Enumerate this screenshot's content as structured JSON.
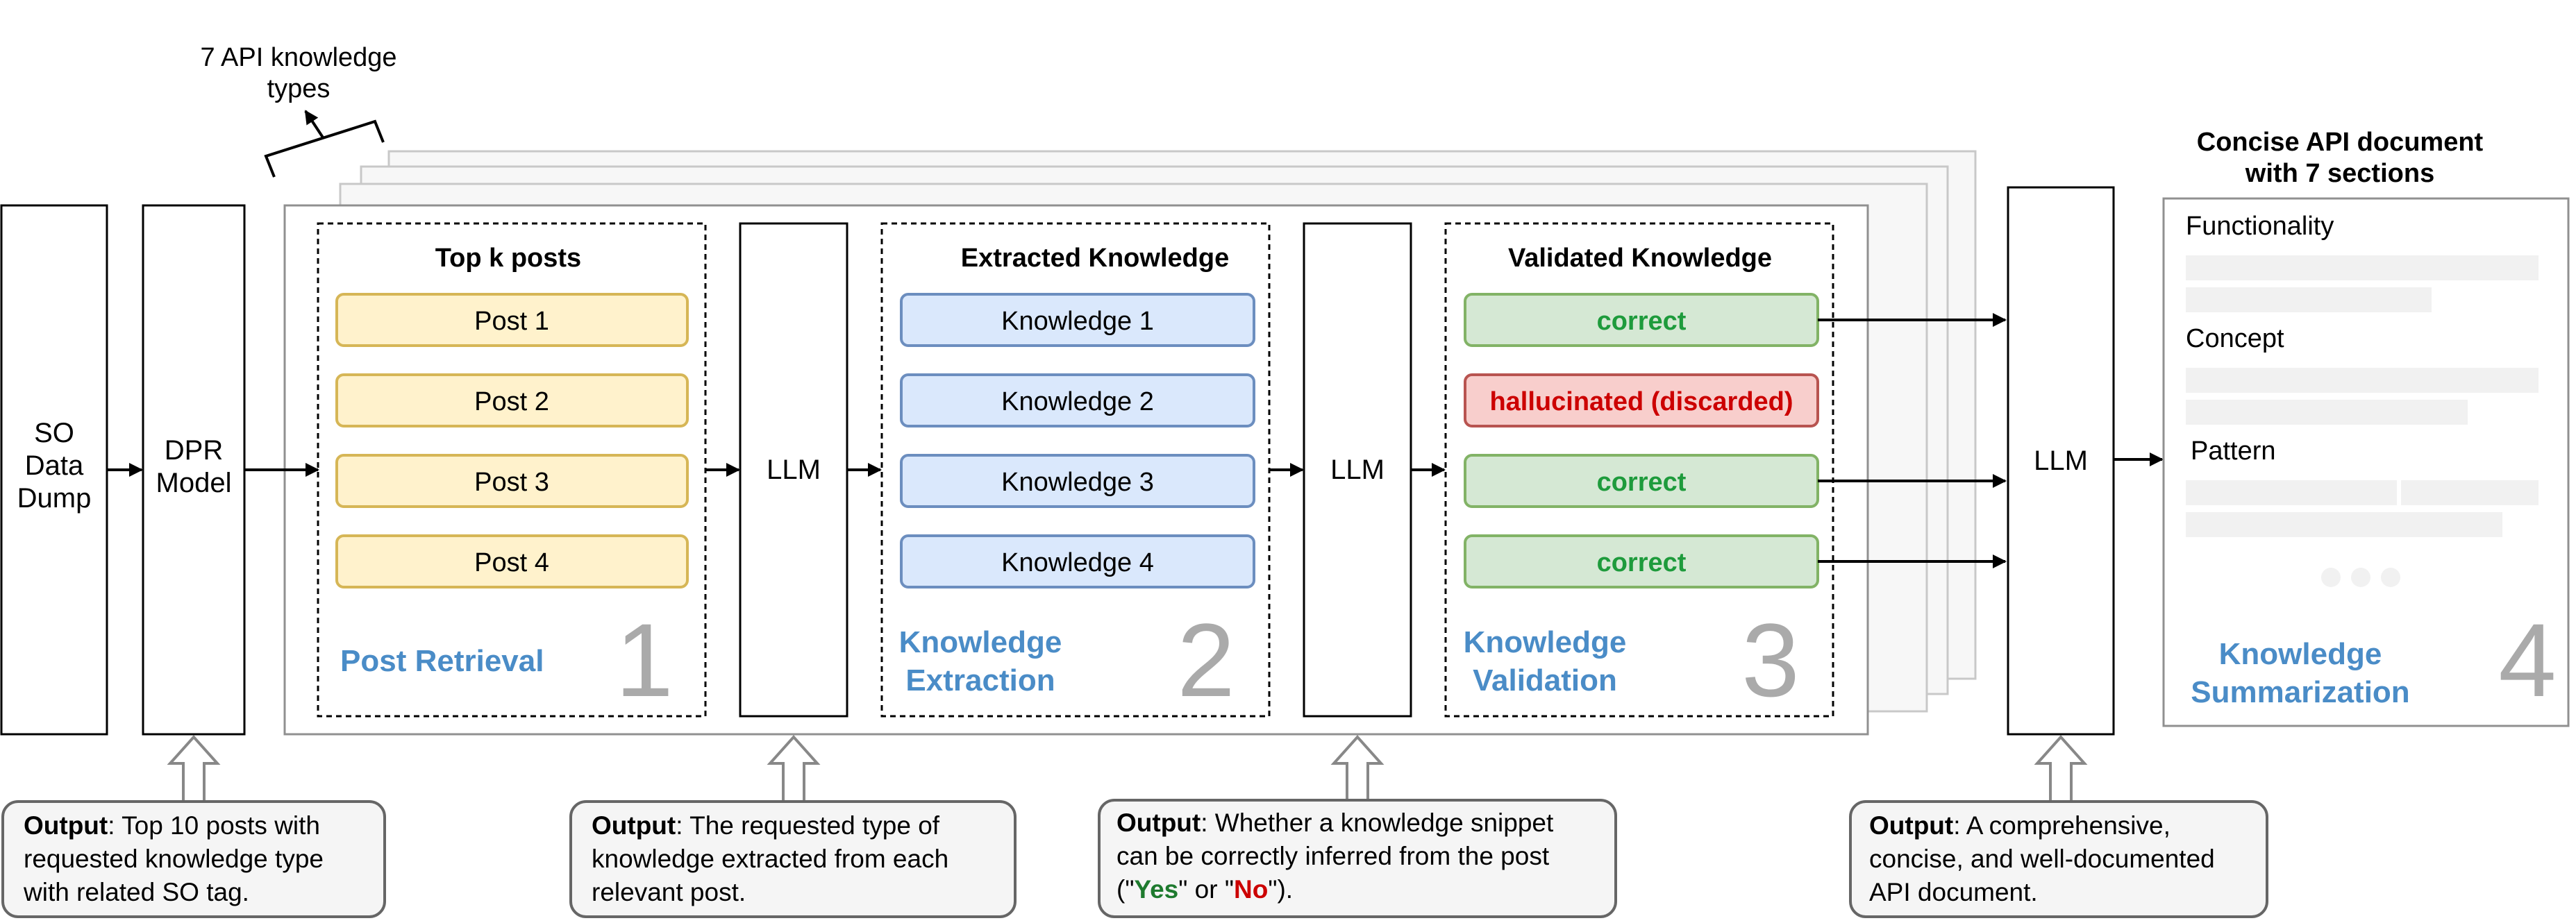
{
  "top_note": {
    "line1": "7 API knowledge",
    "line2": "types"
  },
  "left_blocks": {
    "so": [
      "SO",
      "Data",
      "Dump"
    ],
    "dpr": [
      "DPR",
      "Model"
    ]
  },
  "stage1": {
    "title": "Top k posts",
    "items": [
      "Post 1",
      "Post 2",
      "Post 3",
      "Post 4"
    ],
    "label": "Post Retrieval",
    "number": "1"
  },
  "llm_label": "LLM",
  "stage2": {
    "title": "Extracted Knowledge",
    "items": [
      "Knowledge 1",
      "Knowledge 2",
      "Knowledge 3",
      "Knowledge 4"
    ],
    "label_line1": "Knowledge",
    "label_line2": "Extraction",
    "number": "2"
  },
  "stage3": {
    "title": "Validated Knowledge",
    "items": [
      "correct",
      "hallucinated (discarded)",
      "correct",
      "correct"
    ],
    "label_line1": "Knowledge",
    "label_line2": "Validation",
    "number": "3"
  },
  "final_doc": {
    "title_line1": "Concise API document",
    "title_line2": "with 7 sections",
    "sections": [
      "Functionality",
      "Concept",
      "Pattern"
    ],
    "label_line1": "Knowledge",
    "label_line2": "Summarization",
    "number": "4"
  },
  "outputs": [
    {
      "bold": "Output",
      "lines": [
        ": Top 10 posts with",
        "requested knowledge type",
        "with related SO tag."
      ]
    },
    {
      "bold": "Output",
      "lines": [
        ": The requested type of",
        "knowledge extracted from each",
        "relevant post."
      ]
    },
    {
      "bold": "Output",
      "lines": [
        ": Whether a knowledge snippet",
        "can be correctly inferred from the post",
        "(\"",
        "Yes",
        "\" or \"",
        "No",
        "\")."
      ]
    },
    {
      "bold": "Output",
      "lines": [
        ": A comprehensive,",
        "concise, and well-documented",
        "API document."
      ]
    }
  ],
  "colors": {
    "label_blue": "#4a8cc7",
    "post_fill": "#fff2cc",
    "post_stroke": "#d6b656",
    "know_fill": "#dae8fc",
    "know_stroke": "#6c8ebf",
    "ok_fill": "#d5e8d4",
    "ok_stroke": "#82b366",
    "ok_text": "#1e9b3c",
    "bad_fill": "#f8cecc",
    "bad_stroke": "#b85450",
    "bad_text": "#cc0000",
    "number_gray": "#aaaaaa"
  }
}
